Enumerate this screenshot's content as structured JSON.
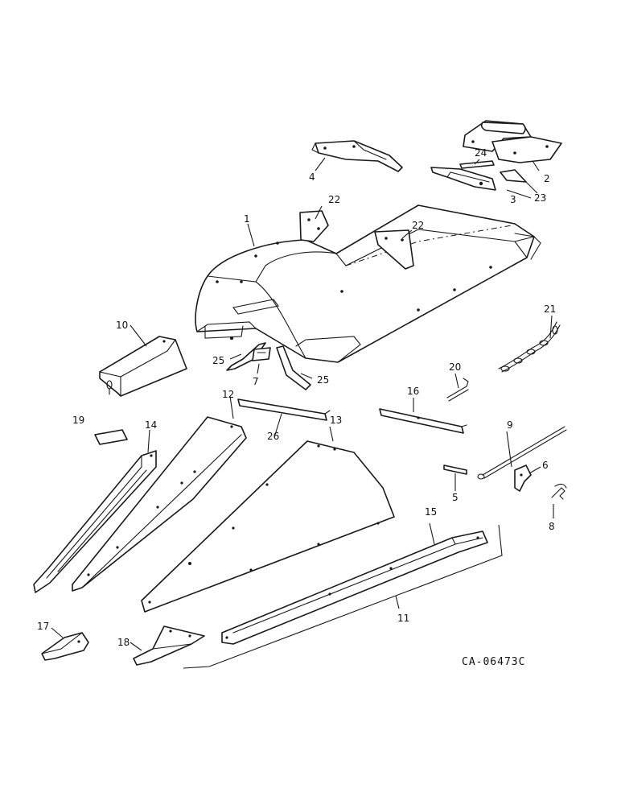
{
  "figure": {
    "drawing_code": "CA-06473C",
    "callouts": {
      "c1": "1",
      "c2": "2",
      "c3": "3",
      "c4": "4",
      "c5": "5",
      "c6": "6",
      "c7": "7",
      "c8": "8",
      "c9": "9",
      "c10": "10",
      "c11": "11",
      "c12": "12",
      "c13": "13",
      "c14": "14",
      "c15": "15",
      "c16": "16",
      "c17": "17",
      "c18": "18",
      "c19": "19",
      "c20": "20",
      "c21": "21",
      "c22a": "22",
      "c22b": "22",
      "c23": "23",
      "c24": "24",
      "c25a": "25",
      "c25b": "25",
      "c26": "26"
    }
  }
}
